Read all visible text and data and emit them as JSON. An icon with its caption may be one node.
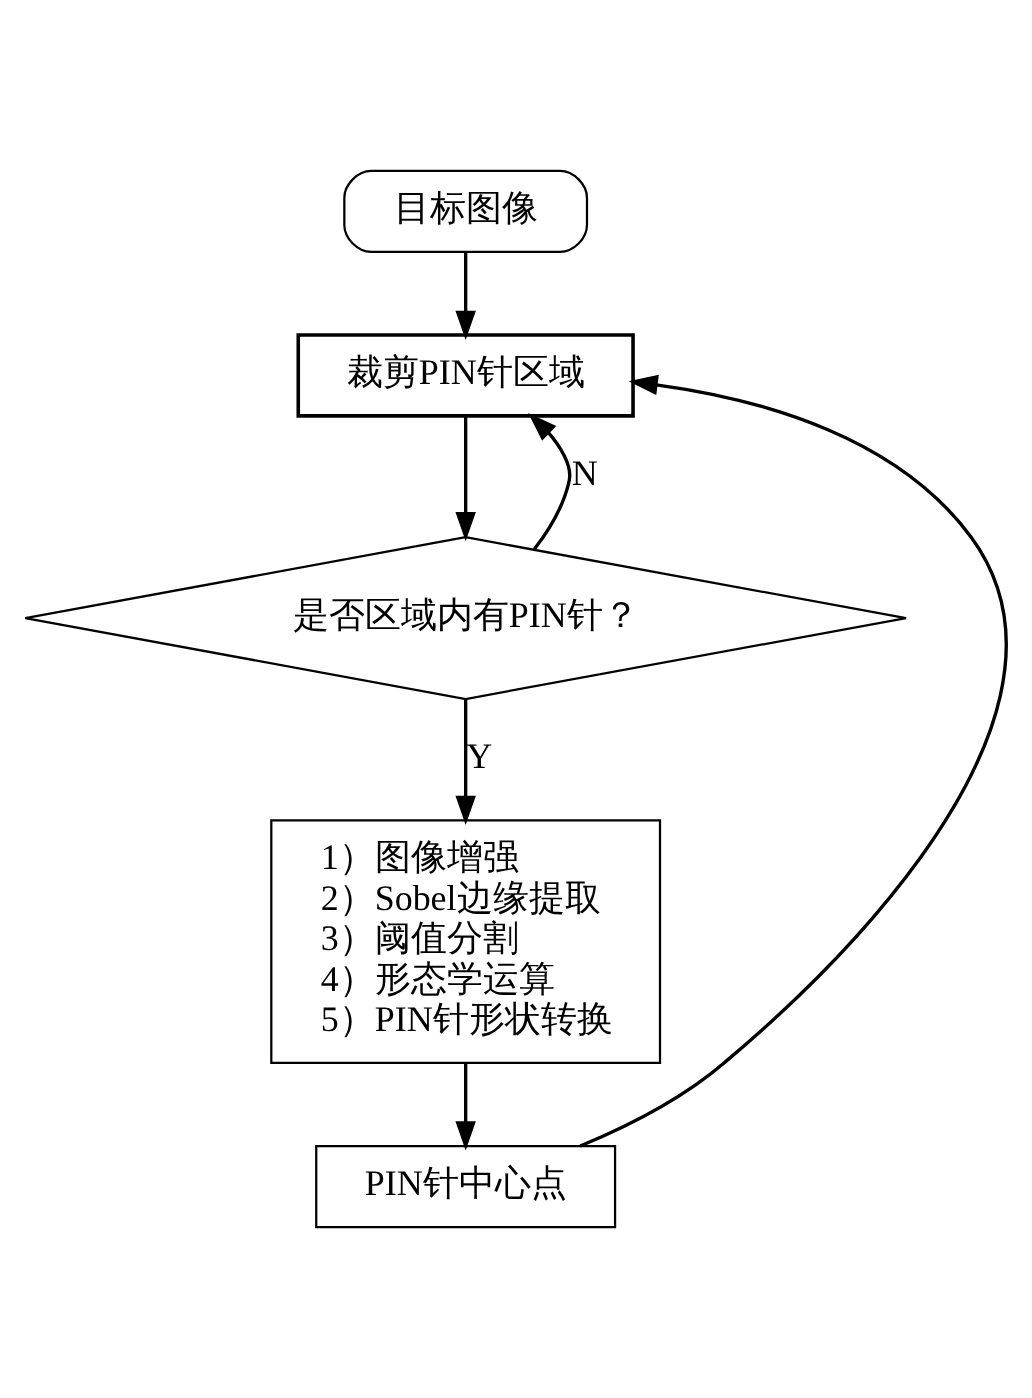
{
  "diagram": {
    "nodes": [
      {
        "text": [
          "目标图像"
        ]
      },
      {
        "text": [
          "裁剪PIN针区域"
        ]
      },
      {
        "text": [
          "是否区域内有PIN针？"
        ]
      },
      {
        "text": [
          "1）图像增强",
          "2）Sobel边缘提取",
          "3）阈值分割",
          "4）形态学运算",
          "5）PIN针形状转换"
        ]
      },
      {
        "text": [
          "PIN针中心点"
        ]
      }
    ],
    "edges": [
      {
        "from": 0,
        "to": 1,
        "arrow": "to"
      },
      {
        "from": 1,
        "to": 2,
        "arrow": "to"
      },
      {
        "from": 2,
        "to": 3,
        "arrow": "to",
        "label": "Y"
      },
      {
        "from": 2,
        "to": 1,
        "arrow": "to",
        "label": "N"
      },
      {
        "from": 3,
        "to": 4,
        "arrow": "to"
      },
      {
        "from": 4,
        "to": 1,
        "arrow": "to"
      }
    ]
  }
}
